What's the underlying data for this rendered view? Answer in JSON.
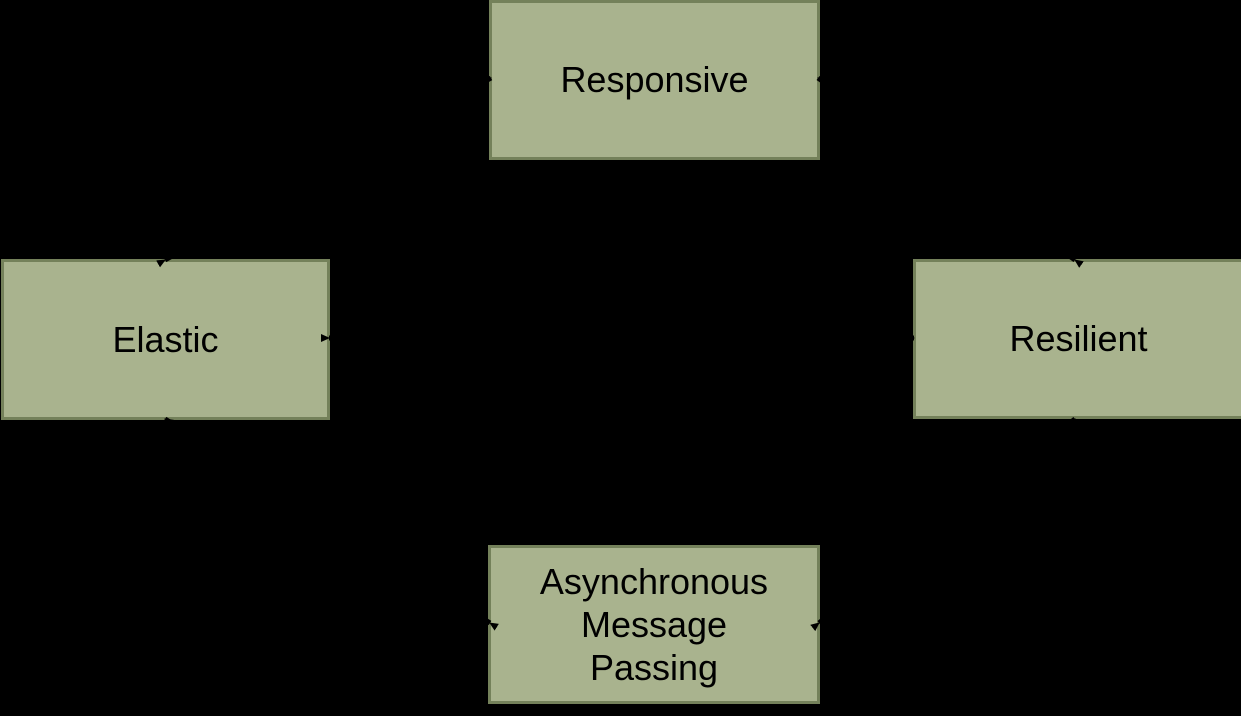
{
  "colors": {
    "background": "#000000",
    "box_fill": "#a9b38e",
    "box_border": "#74815a",
    "text": "#000000",
    "connector": "#000000"
  },
  "nodes": {
    "responsive": {
      "label": "Responsive"
    },
    "elastic": {
      "label": "Elastic"
    },
    "resilient": {
      "label": "Resilient"
    },
    "asynchronous": {
      "label": "Asynchronous Message Passing",
      "lines": [
        "Asynchronous",
        "Message",
        "Passing"
      ]
    }
  },
  "connections": [
    {
      "from": "elastic",
      "to": "responsive",
      "style": "double-arrow"
    },
    {
      "from": "resilient",
      "to": "responsive",
      "style": "double-arrow"
    },
    {
      "from": "asynchronous",
      "to": "elastic",
      "style": "double-arrow"
    },
    {
      "from": "asynchronous",
      "to": "resilient",
      "style": "double-arrow"
    },
    {
      "from": "elastic",
      "to": "resilient",
      "style": "double-arrow"
    }
  ]
}
